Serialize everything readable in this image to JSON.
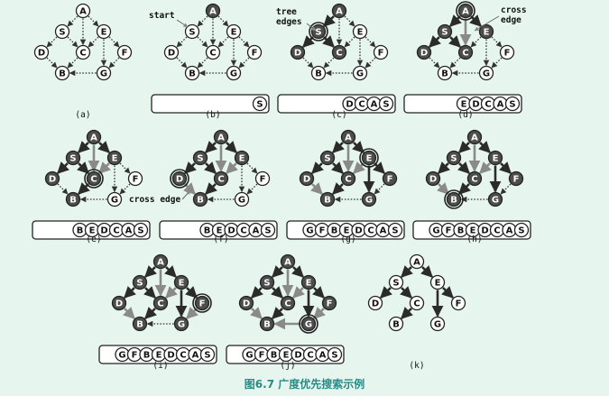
{
  "caption": "图6.7  广度优先搜索示例",
  "annotations": {
    "start": "start",
    "tree_edges": "tree\nedges",
    "cross_edge_d": "cross\nedge",
    "cross_edge_e": "cross edge"
  },
  "panels": [
    {
      "id": "a",
      "label": "(a)",
      "queue": null,
      "visited": [],
      "current": null,
      "edges": {
        "AS": "dot",
        "AE": "dot",
        "SD": "dot",
        "SC": "dot",
        "AC": "dot",
        "EC": "dot",
        "EF": "dot",
        "EG": "dot",
        "DB": "dot",
        "CB": "dot",
        "GB": "dot",
        "FG": "dot"
      }
    },
    {
      "id": "b",
      "label": "(b)",
      "queue": [
        "S"
      ],
      "visited": [
        "A"
      ],
      "current": null,
      "edges": {
        "AS": "dot",
        "AE": "dot",
        "SD": "dot",
        "SC": "dot",
        "AC": "dot",
        "EC": "dot",
        "EF": "dot",
        "EG": "dot",
        "DB": "dot",
        "CB": "dot",
        "GB": "dot",
        "FG": "dot"
      }
    },
    {
      "id": "c",
      "label": "(c)",
      "queue": [
        "D",
        "C",
        "A",
        "S"
      ],
      "visited": [
        "A",
        "S",
        "C",
        "D"
      ],
      "current": "S",
      "edges": {
        "AS": "tree",
        "AE": "dot",
        "SD": "tree",
        "SC": "tree",
        "AC": "dot",
        "EC": "dot",
        "EF": "dot",
        "EG": "dot",
        "DB": "dot",
        "CB": "dot",
        "GB": "dot",
        "FG": "dot"
      }
    },
    {
      "id": "d",
      "label": "(d)",
      "queue": [
        "E",
        "D",
        "C",
        "A",
        "S"
      ],
      "visited": [
        "A",
        "S",
        "C",
        "D",
        "E"
      ],
      "current": "A",
      "edges": {
        "AS": "tree",
        "AE": "tree",
        "SD": "tree",
        "SC": "tree",
        "AC": "cross",
        "EC": "dot",
        "EF": "dot",
        "EG": "dot",
        "DB": "dot",
        "CB": "dot",
        "GB": "dot",
        "FG": "dot"
      }
    },
    {
      "id": "e",
      "label": "(e)",
      "queue": [
        "B",
        "E",
        "D",
        "C",
        "A",
        "S"
      ],
      "visited": [
        "A",
        "S",
        "C",
        "D",
        "E",
        "B"
      ],
      "current": "C",
      "edges": {
        "AS": "tree",
        "AE": "tree",
        "SD": "tree",
        "SC": "tree",
        "AC": "cross",
        "EC": "cross",
        "EF": "dot",
        "EG": "dot",
        "DB": "dot",
        "CB": "tree",
        "GB": "dot",
        "FG": "dot"
      }
    },
    {
      "id": "f",
      "label": "(f)",
      "queue": [
        "B",
        "E",
        "D",
        "C",
        "A",
        "S"
      ],
      "visited": [
        "A",
        "S",
        "C",
        "D",
        "E",
        "B"
      ],
      "current": "D",
      "edges": {
        "AS": "tree",
        "AE": "tree",
        "SD": "tree",
        "SC": "tree",
        "AC": "cross",
        "EC": "cross",
        "EF": "dot",
        "EG": "dot",
        "DB": "cross",
        "CB": "tree",
        "GB": "dot",
        "FG": "dot"
      }
    },
    {
      "id": "g",
      "label": "(g)",
      "queue": [
        "G",
        "F",
        "B",
        "E",
        "D",
        "C",
        "A",
        "S"
      ],
      "visited": [
        "A",
        "S",
        "C",
        "D",
        "E",
        "B",
        "F",
        "G"
      ],
      "current": "E",
      "edges": {
        "AS": "tree",
        "AE": "tree",
        "SD": "tree",
        "SC": "tree",
        "AC": "cross",
        "EC": "cross",
        "EF": "tree",
        "EG": "tree",
        "DB": "cross",
        "CB": "tree",
        "GB": "dot",
        "FG": "dot"
      }
    },
    {
      "id": "h",
      "label": "(h)",
      "queue": [
        "G",
        "F",
        "B",
        "E",
        "D",
        "C",
        "A",
        "S"
      ],
      "visited": [
        "A",
        "S",
        "C",
        "D",
        "E",
        "B",
        "F",
        "G"
      ],
      "current": "B",
      "edges": {
        "AS": "tree",
        "AE": "tree",
        "SD": "tree",
        "SC": "tree",
        "AC": "cross",
        "EC": "cross",
        "EF": "tree",
        "EG": "tree",
        "DB": "cross",
        "CB": "tree",
        "GB": "dot",
        "FG": "dot"
      }
    },
    {
      "id": "i",
      "label": "(i)",
      "queue": [
        "G",
        "F",
        "B",
        "E",
        "D",
        "C",
        "A",
        "S"
      ],
      "visited": [
        "A",
        "S",
        "C",
        "D",
        "E",
        "B",
        "F",
        "G"
      ],
      "current": "F",
      "edges": {
        "AS": "tree",
        "AE": "tree",
        "SD": "tree",
        "SC": "tree",
        "AC": "cross",
        "EC": "cross",
        "EF": "tree",
        "EG": "tree",
        "DB": "cross",
        "CB": "tree",
        "GB": "dot",
        "FG": "cross"
      }
    },
    {
      "id": "j",
      "label": "(j)",
      "queue": [
        "G",
        "F",
        "B",
        "E",
        "D",
        "C",
        "A",
        "S"
      ],
      "visited": [
        "A",
        "S",
        "C",
        "D",
        "E",
        "B",
        "F",
        "G"
      ],
      "current": "G",
      "edges": {
        "AS": "tree",
        "AE": "tree",
        "SD": "tree",
        "SC": "tree",
        "AC": "cross",
        "EC": "cross",
        "EF": "tree",
        "EG": "tree",
        "DB": "cross",
        "CB": "tree",
        "GB": "cross",
        "FG": "cross"
      }
    },
    {
      "id": "k",
      "label": "(k)",
      "queue": null,
      "visited": [],
      "current": null,
      "edges": {
        "AS": "tree",
        "AE": "tree",
        "SD": "tree",
        "SC": "tree",
        "AC": "none",
        "EC": "none",
        "EF": "tree",
        "EG": "tree",
        "DB": "none",
        "CB": "tree",
        "GB": "none",
        "FG": "none"
      }
    }
  ],
  "colors": {
    "tree": "#2b2b2b",
    "cross": "#8a8a8a",
    "dot": "#333333",
    "visited_fill": "#4d4d4d",
    "node_fill": "#ffffff",
    "caption": "#2a8a86"
  }
}
